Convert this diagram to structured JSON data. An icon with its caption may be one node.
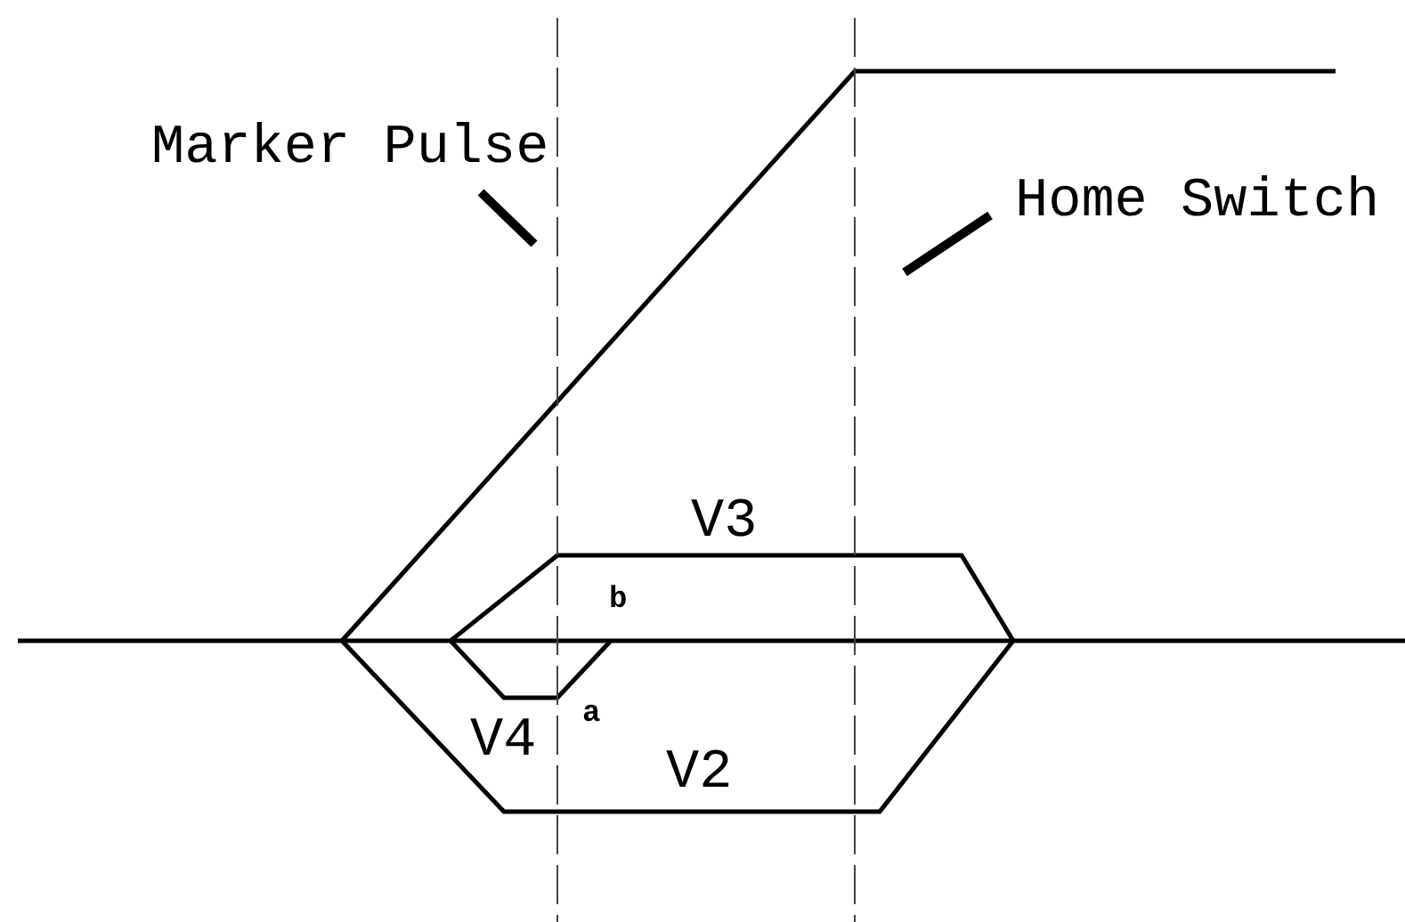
{
  "diagram": {
    "nodes": [
      {
        "text": [
          "Marker Pulse"
        ]
      },
      {
        "text": [],
        "shape": "line"
      },
      {
        "text": [
          "Home Switch"
        ]
      },
      {
        "text": [],
        "shape": "line"
      }
    ],
    "edges": [
      {
        "from": 0,
        "to": 1,
        "arrow": "none"
      },
      {
        "from": 2,
        "to": 3,
        "arrow": "none"
      }
    ],
    "labels": [
      "V3",
      "b",
      "V4",
      "a",
      "V2"
    ]
  }
}
